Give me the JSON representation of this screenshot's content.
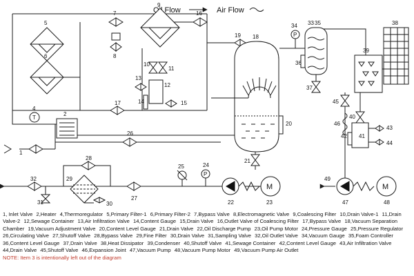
{
  "header": {
    "oil_flow": "Oil Flow",
    "air_flow": "Air Flow"
  },
  "numbers": [
    "1",
    "2",
    "4",
    "5",
    "6",
    "7",
    "8",
    "9",
    "10",
    "11",
    "12",
    "13",
    "14",
    "15",
    "16",
    "17",
    "18",
    "19",
    "20",
    "21",
    "22",
    "23",
    "24",
    "25",
    "26",
    "27",
    "28",
    "29",
    "30",
    "31",
    "32",
    "33",
    "34",
    "35",
    "36",
    "37",
    "38",
    "39",
    "40",
    "41",
    "42",
    "43",
    "44",
    "45",
    "46",
    "47",
    "48",
    "49"
  ],
  "symbols": {
    "pressure_gauge": "P",
    "vacuum_gauge": "P",
    "oil_pump_motor": "M",
    "vacuum_pump_motor": "M",
    "thermoregulator": "T"
  },
  "legend": [
    "1, Inlet Valve",
    "2,Heater",
    "4,Thermoregulator",
    "5,Primary Filter-1",
    "6,Primary Filter-2",
    "7,Bypass Valve",
    "8,Electromagnetic Valve",
    "9,Coalescing Filter",
    "10,Drain Valve-1",
    "11,Drain Valve-2",
    "12,Sewage Container",
    "13,Air Infiltration Valve",
    "14,Content Gauge",
    "15,Drain Valve",
    "16,Outlet Valve of Coalescing Filter",
    "17,Bypass Valve",
    "18,Vacuum Separation Chamber",
    "19,Vacuum Adjustment Valve",
    "20,Content Level Gauge",
    "21,Drain Valve",
    "22,Oil Discharge Pump",
    "23,Oil Pump Motor",
    "24,Pressure Gauge",
    "25,Pressure Regulator",
    "26,Circulating Valve",
    "27,Shutoff Valve",
    "28,Bypass Valve",
    "29,Fine Filter",
    "30,Drain Valve",
    "31,Sampling Valve",
    "32,Oil Outlet Valve",
    "34,Vacuum Gauge",
    "35,Foam Controller",
    "36,Content Level Gauge",
    "37,Drain Valve",
    "38,Heat Dissipator",
    "39,Condenser",
    "40,Shutoff Valve",
    "41,Sewage Container",
    "42,Content Level Gauge",
    "43,Air Infiltration Valve",
    "44,Drain Valve",
    "45,Shutoff Valve",
    "46,Expansion Joint",
    "47,Vacuum Pump",
    "48,Vacuum Pump Motor",
    "49,Vacuum Pump Air Outlet"
  ],
  "note": "NOTE: Item 3 is intentionally left out of the diagram",
  "colors": {
    "line": "#1a1a1a",
    "note": "#c0392b",
    "background": "#ffffff"
  }
}
